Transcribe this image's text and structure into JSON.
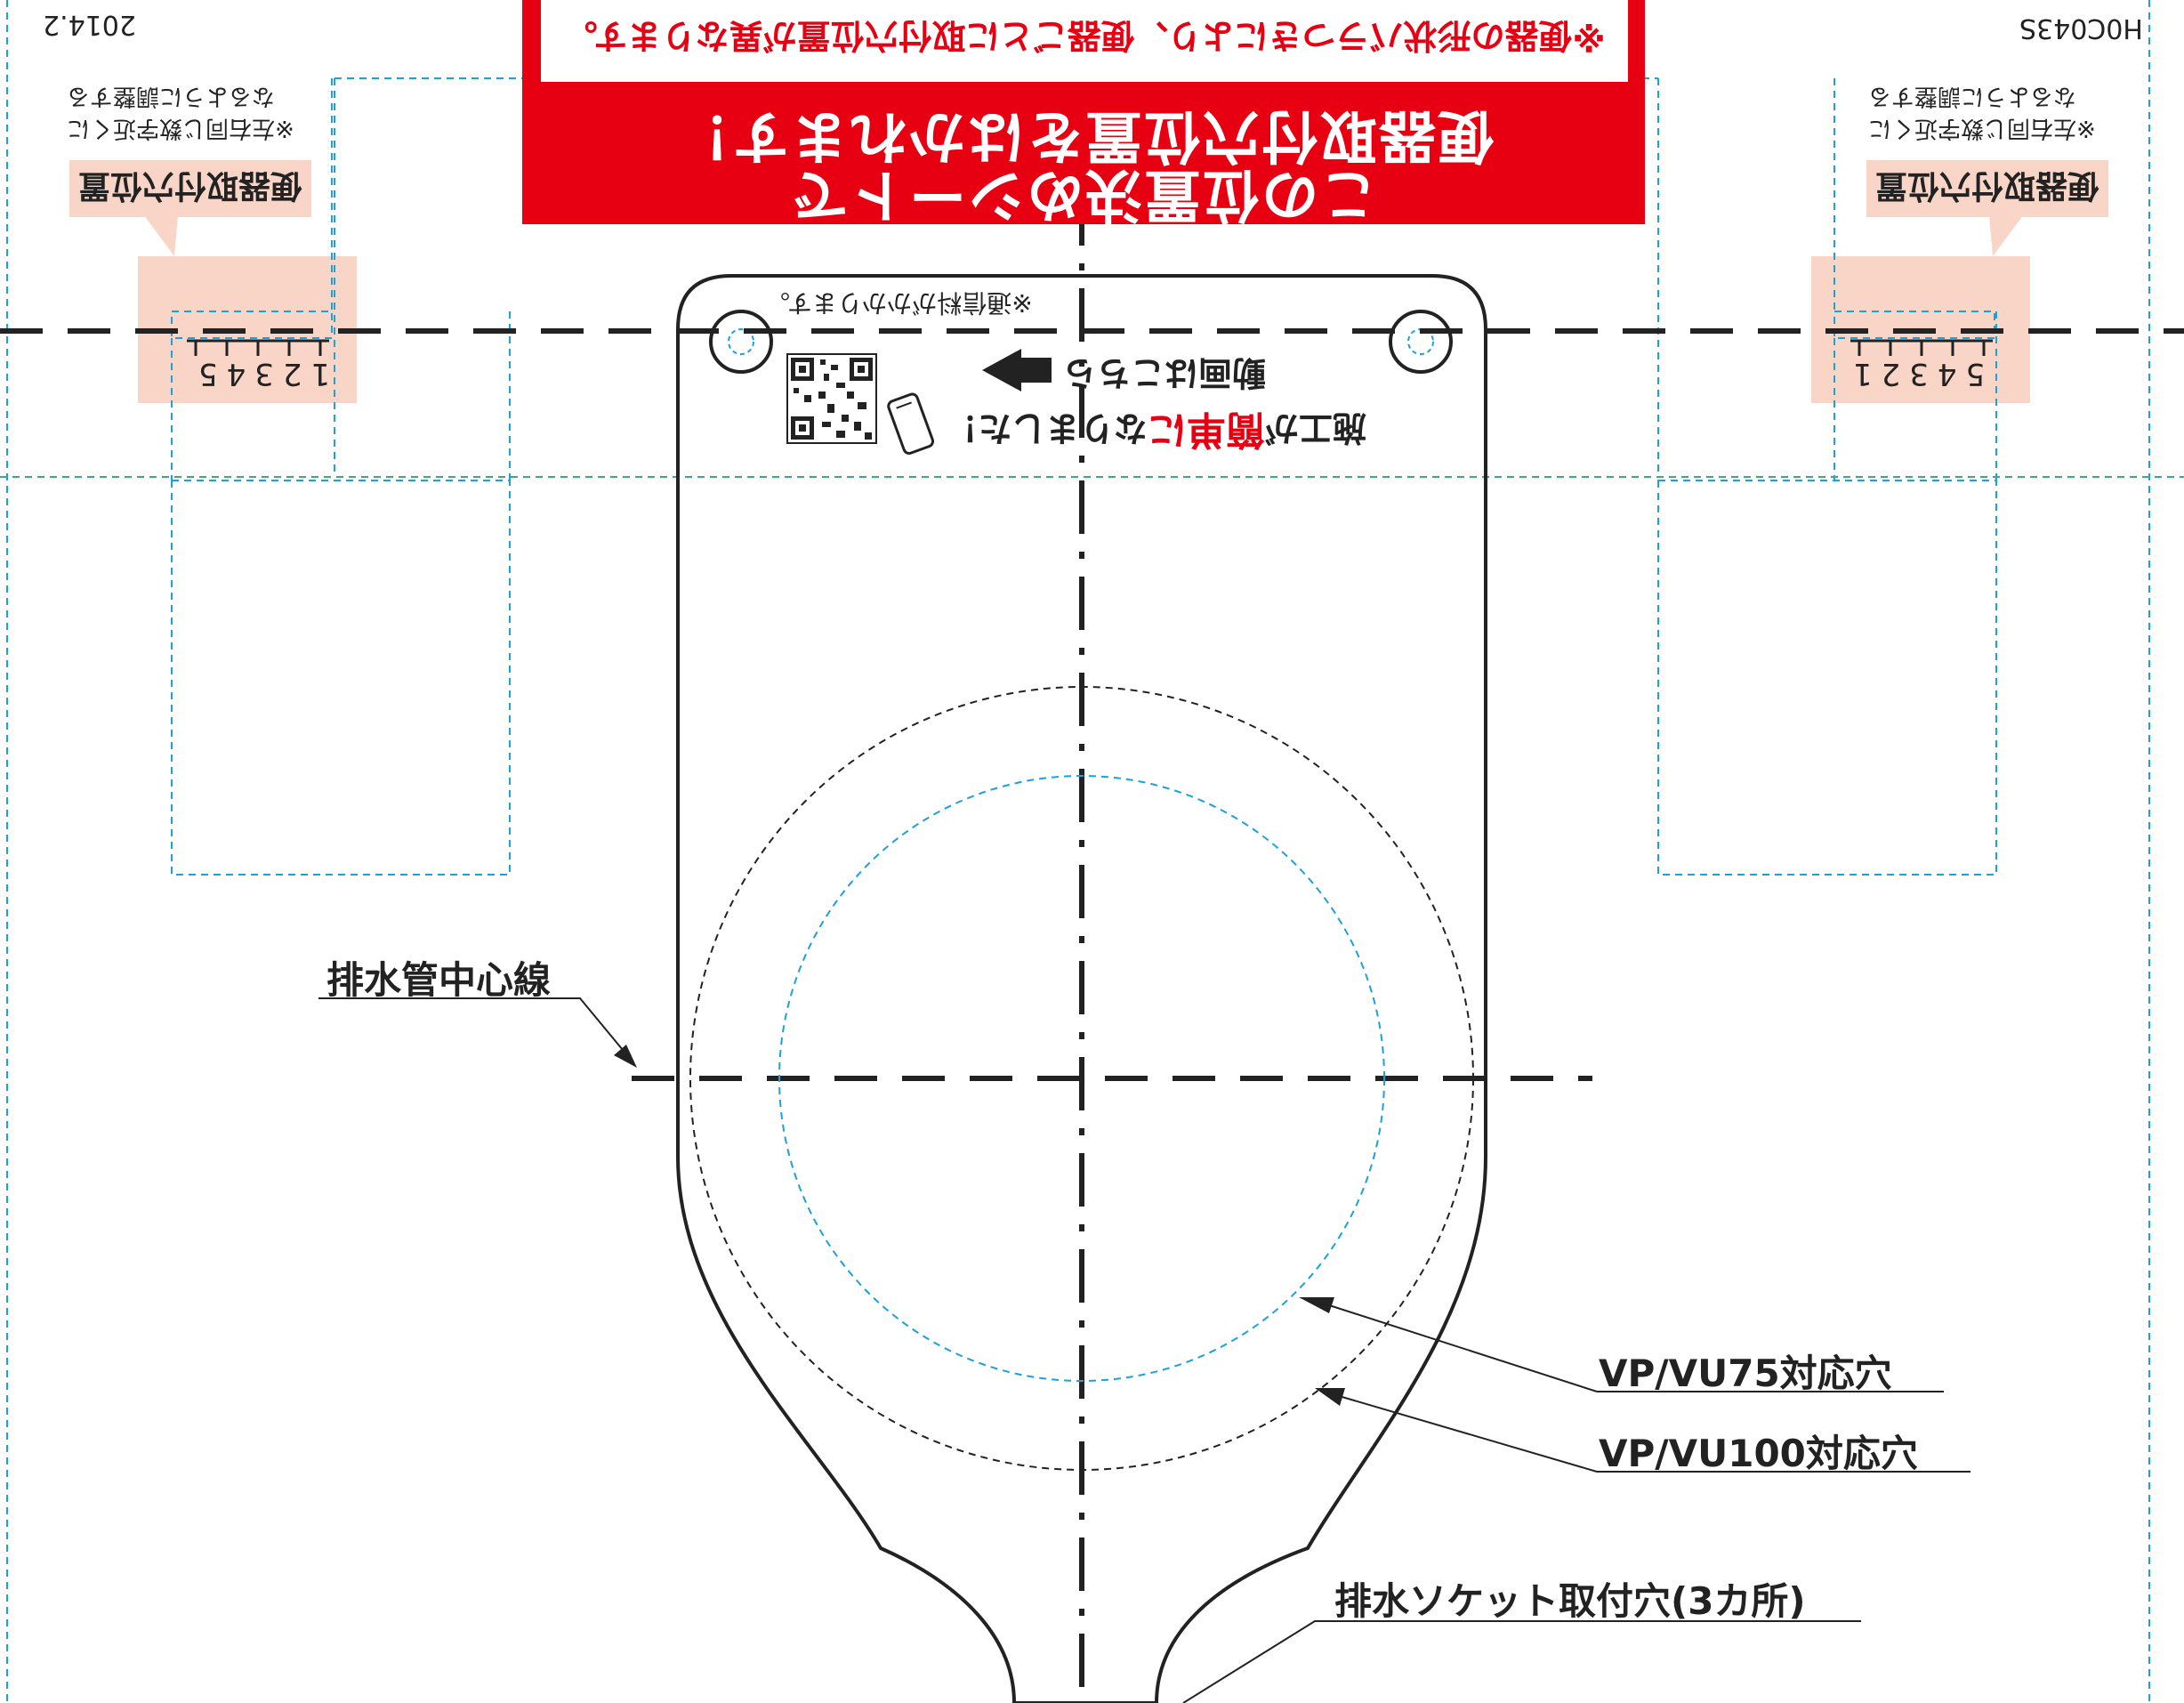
{
  "header": {
    "date": "2014.2",
    "code": "H0C043S"
  },
  "banner": {
    "note": "※便器の形状バラつきにより、便器ごとに取付穴位置が異なります。",
    "line1": "この位置決めシートで",
    "line2": "便器取付穴位置をはかれます！"
  },
  "position_box_left": {
    "title": "便器取付穴位置",
    "note_line1": "※左右同じ数字近くに",
    "note_line2": "なるように調整する",
    "scale": "12345"
  },
  "position_box_right": {
    "title": "便器取付穴位置",
    "note_line1": "※左右同じ数字近くに",
    "note_line2": "なるように調整する",
    "scale": "54321"
  },
  "promo": {
    "prefix": "施工が",
    "emphasis": "簡単に",
    "suffix": "なりました！",
    "video": "動画はこちら",
    "data_note": "※通信料がかかります。"
  },
  "labels": {
    "pipe_center": "排水管中心線",
    "vp75": "VP/VU75対応穴",
    "vp100": "VP/VU100対応穴",
    "socket_holes": "排水ソケット取付穴(3カ所)"
  },
  "colors": {
    "red": "#e60012",
    "peach": "#f8d5c6",
    "cyan": "#1ba1dc",
    "green": "#2fb37a",
    "line": "#222222"
  }
}
